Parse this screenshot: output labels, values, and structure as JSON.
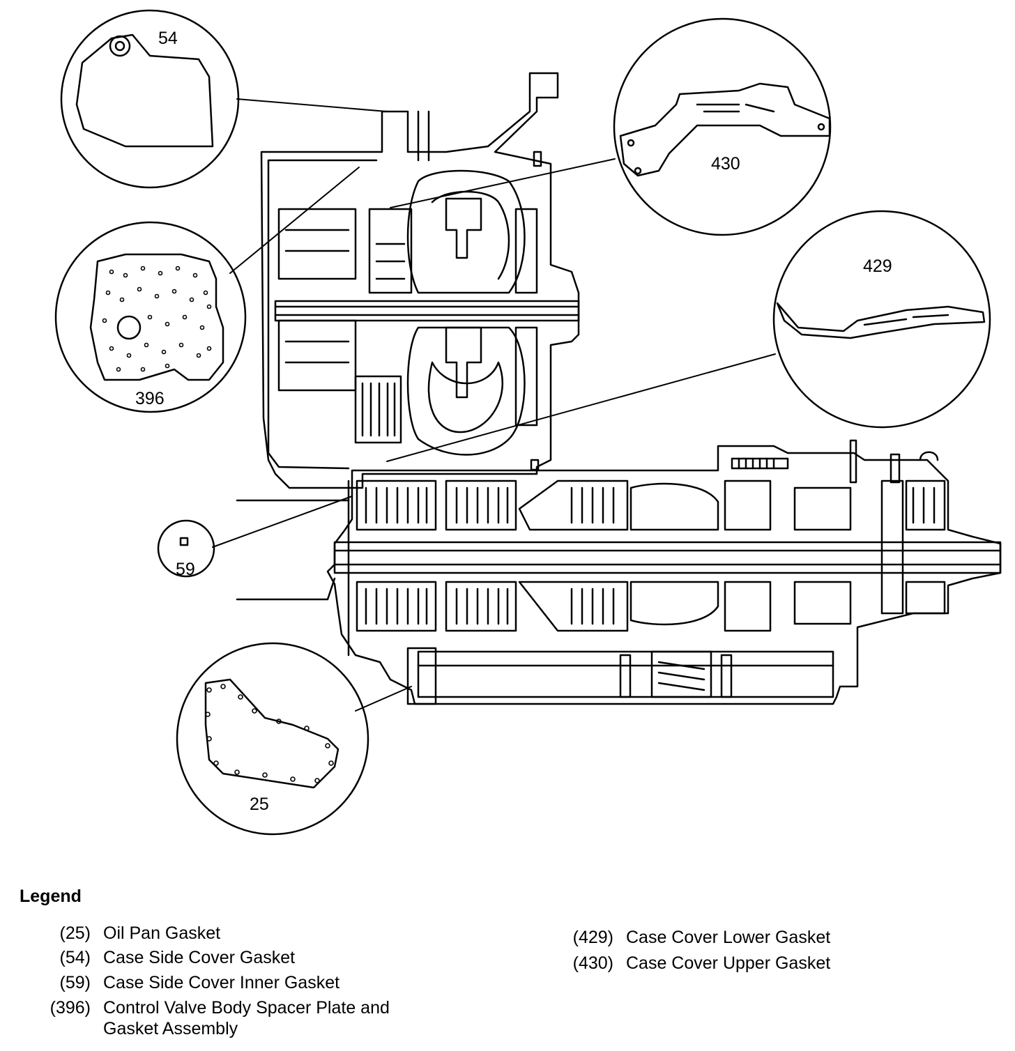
{
  "callouts": {
    "c54": "54",
    "c430": "430",
    "c429": "429",
    "c396": "396",
    "c59": "59",
    "c25": "25"
  },
  "legend": {
    "title": "Legend",
    "left_items": [
      {
        "code": "(25)",
        "desc": "Oil Pan Gasket"
      },
      {
        "code": "(54)",
        "desc": "Case Side Cover Gasket"
      },
      {
        "code": "(59)",
        "desc": "Case Side Cover Inner Gasket"
      },
      {
        "code": "(396)",
        "desc": "Control Valve Body Spacer Plate and",
        "desc2": "Gasket Assembly"
      }
    ],
    "right_items": [
      {
        "code": "(429)",
        "desc": "Case Cover Lower Gasket"
      },
      {
        "code": "(430)",
        "desc": "Case Cover Upper Gasket"
      }
    ]
  }
}
